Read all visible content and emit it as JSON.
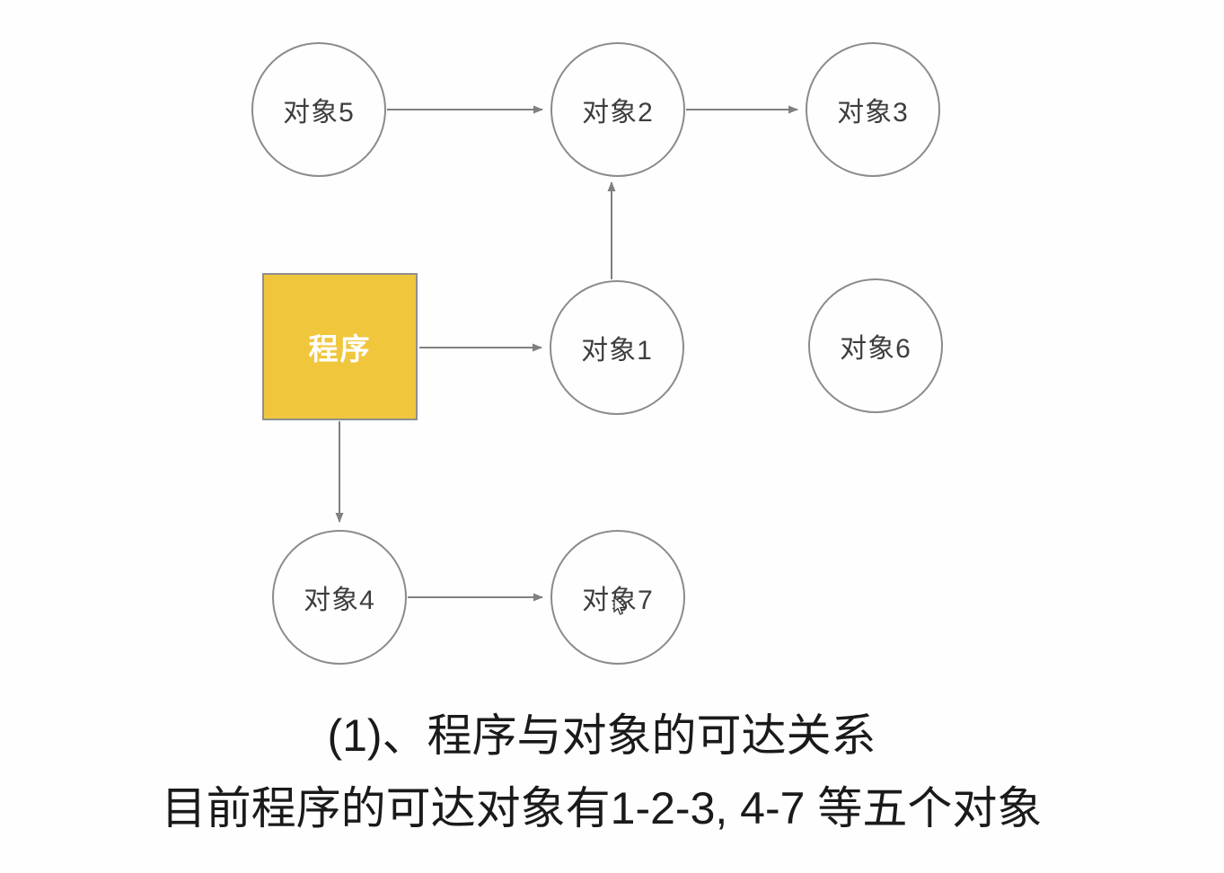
{
  "diagram": {
    "program": {
      "label": "程序"
    },
    "nodes": {
      "obj1": {
        "label": "对象1"
      },
      "obj2": {
        "label": "对象2"
      },
      "obj3": {
        "label": "对象3"
      },
      "obj4": {
        "label": "对象4"
      },
      "obj5": {
        "label": "对象5"
      },
      "obj6": {
        "label": "对象6"
      },
      "obj7": {
        "label": "对象7"
      }
    },
    "edges": [
      {
        "from": "对象5",
        "to": "对象2"
      },
      {
        "from": "对象2",
        "to": "对象3"
      },
      {
        "from": "对象1",
        "to": "对象2"
      },
      {
        "from": "程序",
        "to": "对象1"
      },
      {
        "from": "程序",
        "to": "对象4"
      },
      {
        "from": "对象4",
        "to": "对象7"
      }
    ]
  },
  "caption": {
    "line1": "(1)、程序与对象的可达关系",
    "line2": "目前程序的可达对象有1-2-3, 4-7 等五个对象"
  },
  "colors": {
    "program_fill": "#F0C63D",
    "node_stroke": "#8b8b8b",
    "arrow": "#808080",
    "node_text": "#3d3d3d",
    "caption_text": "#1a1a1a"
  }
}
